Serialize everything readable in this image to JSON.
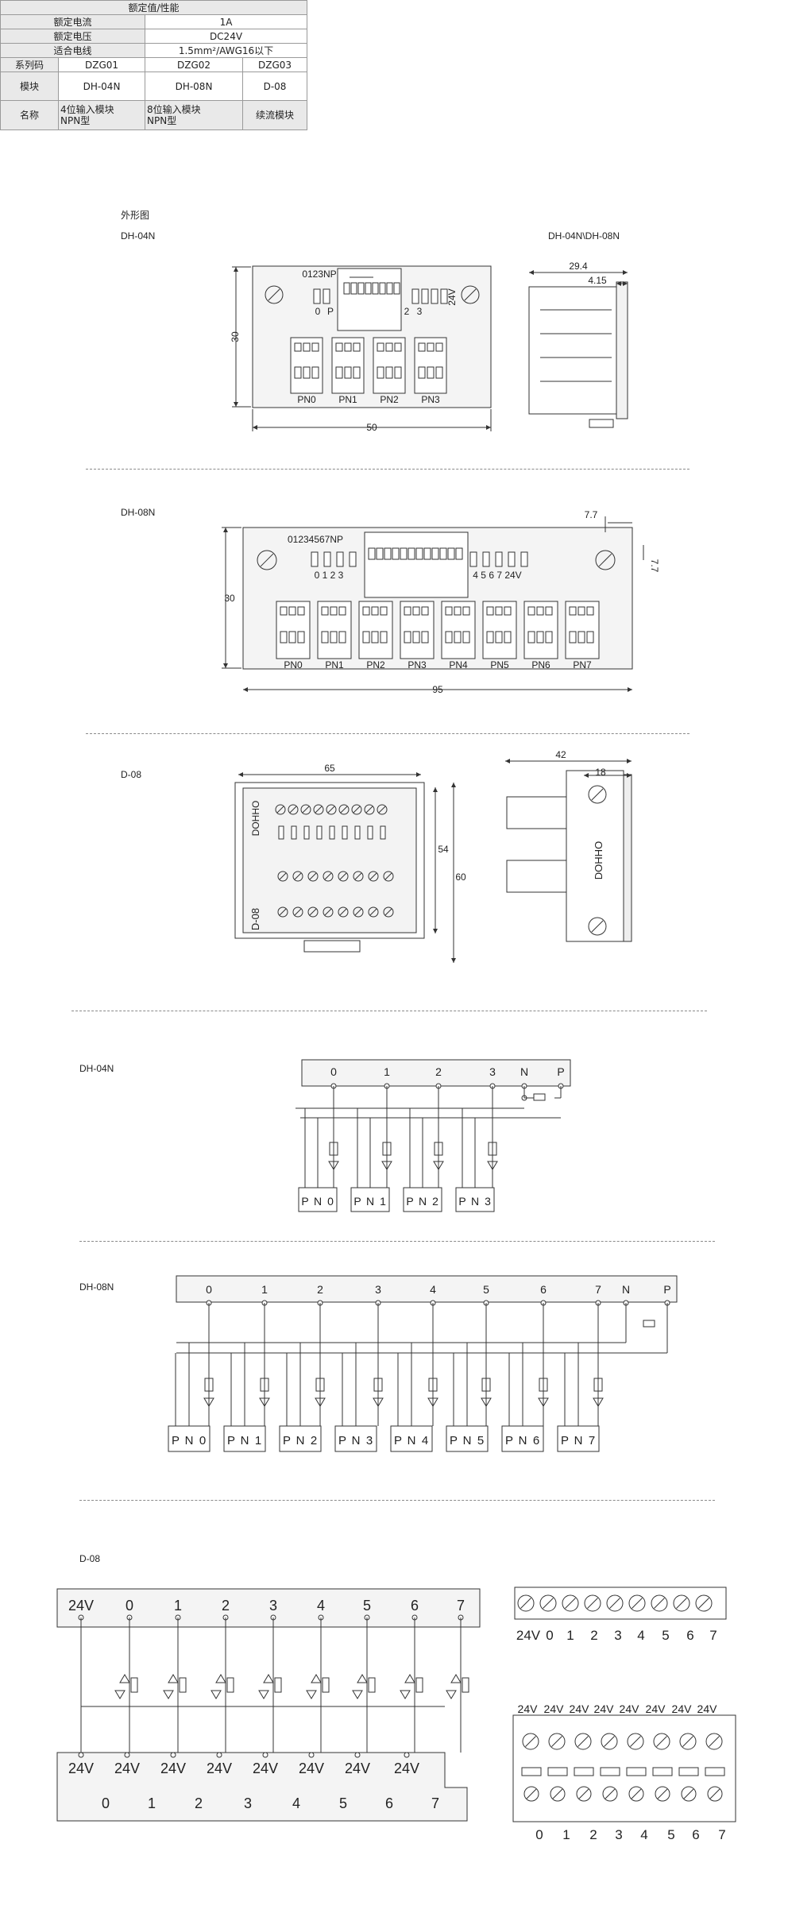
{
  "spec_table": {
    "title": "额定值/性能",
    "rows": [
      {
        "label": "额定电流",
        "value": "1A"
      },
      {
        "label": "额定电压",
        "value": "DC24V"
      },
      {
        "label": "适合电线",
        "value": "1.5mm²/AWG16以下"
      }
    ],
    "series_label": "系列码",
    "series": [
      "DZG01",
      "DZG02",
      "DZG03"
    ],
    "module_label": "模块",
    "modules": [
      "DH-04N",
      "DH-08N",
      "D-08"
    ],
    "name_label": "名称",
    "names": [
      "4位输入模块\nNPN型",
      "8位输入模块\nNPN型",
      "续流模块"
    ]
  },
  "outline": {
    "title": "外形图",
    "dh04n_label": "DH-04N",
    "side_label": "DH-04N\\DH-08N",
    "dh04n_top": "0123NP",
    "dh04n_pn": [
      "PN0",
      "PN1",
      "PN2",
      "PN3"
    ],
    "dh04n_terms": [
      "0",
      "P",
      "2",
      "3"
    ],
    "dh04n_24v": "24V",
    "dh04n_dims": {
      "h": "30",
      "w": "50"
    },
    "side_dims": {
      "a": "29.4",
      "b": "4.15"
    },
    "dh08n_label": "DH-08N",
    "dh08n_top": "01234567NP",
    "dh08n_left_terms": "0  1  2  3",
    "dh08n_right_terms": "4  5  6  7 24V",
    "dh08n_pn": [
      "PN0",
      "PN1",
      "PN2",
      "PN3",
      "PN4",
      "PN5",
      "PN6",
      "PN7"
    ],
    "dh08n_dims": {
      "h": "30",
      "w": "95",
      "hole1": "7.7",
      "hole2": "7.7"
    },
    "d08_label": "D-08",
    "d08_dims": {
      "w": "65",
      "h1": "54",
      "h2": "60",
      "sw": "42",
      "sw2": "18"
    },
    "brand": "DOHHO",
    "d08_model": "D-08"
  },
  "wiring": {
    "dh04n_label": "DH-04N",
    "dh04n_bus": [
      "0",
      "1",
      "2",
      "3",
      "N",
      "P"
    ],
    "dh04n_terms": [
      [
        "P",
        "N",
        "0"
      ],
      [
        "P",
        "N",
        "1"
      ],
      [
        "P",
        "N",
        "2"
      ],
      [
        "P",
        "N",
        "3"
      ]
    ],
    "dh08n_label": "DH-08N",
    "dh08n_bus": [
      "0",
      "1",
      "2",
      "3",
      "4",
      "5",
      "6",
      "7",
      "N",
      "P"
    ],
    "dh08n_terms": [
      [
        "P",
        "N",
        "0"
      ],
      [
        "P",
        "N",
        "1"
      ],
      [
        "P",
        "N",
        "2"
      ],
      [
        "P",
        "N",
        "3"
      ],
      [
        "P",
        "N",
        "4"
      ],
      [
        "P",
        "N",
        "5"
      ],
      [
        "P",
        "N",
        "6"
      ],
      [
        "P",
        "N",
        "7"
      ]
    ],
    "d08_label": "D-08",
    "d08_top": [
      "24V",
      "0",
      "1",
      "2",
      "3",
      "4",
      "5",
      "6",
      "7"
    ],
    "d08_bottom_top": [
      "24V",
      "24V",
      "24V",
      "24V",
      "24V",
      "24V",
      "24V",
      "24V"
    ],
    "d08_bottom_bot": [
      "0",
      "1",
      "2",
      "3",
      "4",
      "5",
      "6",
      "7"
    ],
    "d08_strip_labels": [
      "24V",
      "0",
      "1",
      "2",
      "3",
      "4",
      "5",
      "6",
      "7"
    ],
    "d08_block_top": [
      "24V",
      "24V",
      "24V",
      "24V",
      "24V",
      "24V",
      "24V",
      "24V"
    ],
    "d08_block_bot": [
      "0",
      "1",
      "2",
      "3",
      "4",
      "5",
      "6",
      "7"
    ]
  }
}
